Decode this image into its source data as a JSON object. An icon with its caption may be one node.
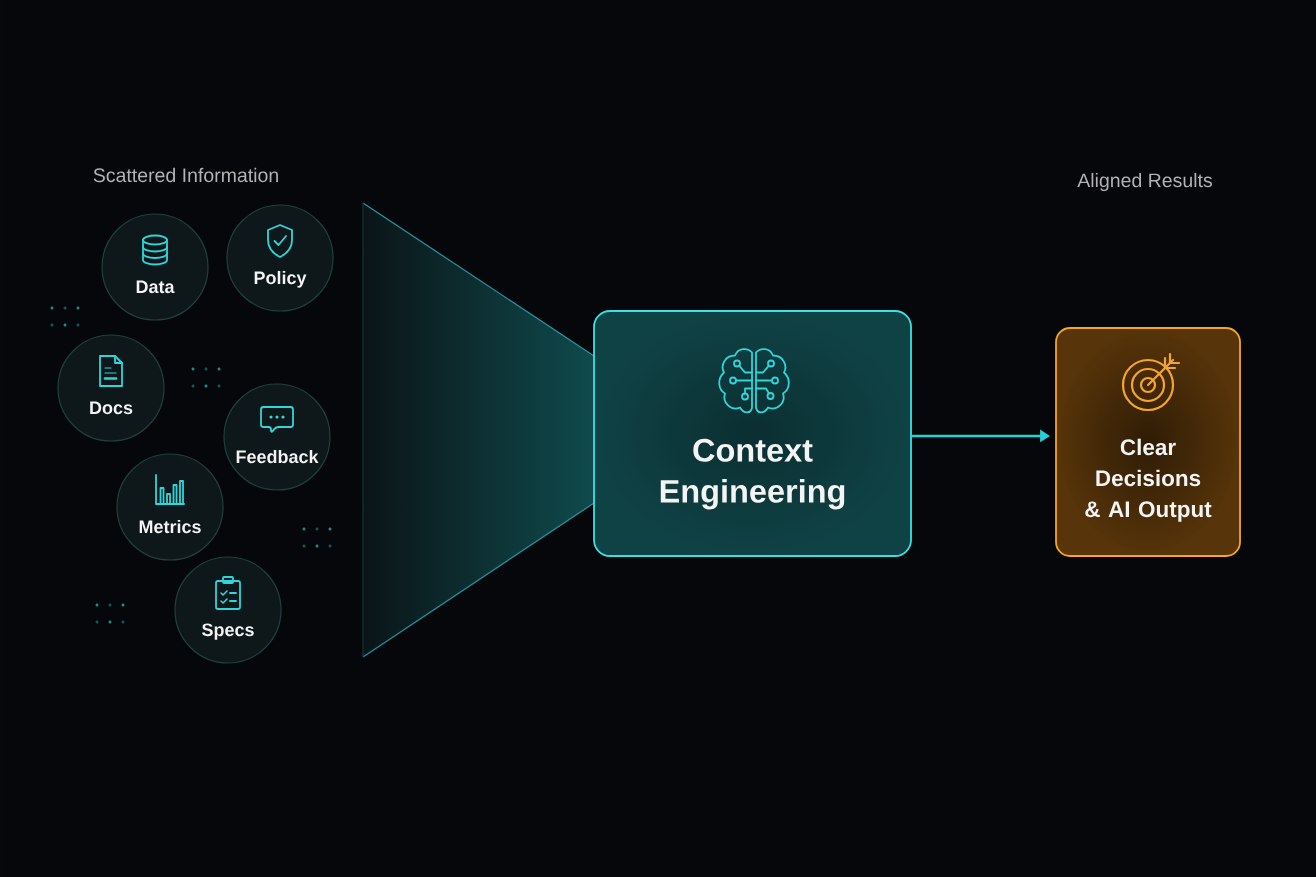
{
  "diagram": {
    "nodes": [
      {
        "text": [
          "Data"
        ]
      },
      {
        "text": [
          "Policy"
        ]
      },
      {
        "text": [
          "Docs"
        ]
      },
      {
        "text": [
          "Feedback"
        ]
      },
      {
        "text": [
          "Metrics"
        ]
      },
      {
        "text": [
          "Specs"
        ]
      },
      {
        "text": [],
        "shape": "funnel"
      },
      {
        "text": [
          "Context Engineering"
        ]
      },
      {
        "text": [
          "Clear Decisions & AI Output"
        ]
      }
    ],
    "edges": [
      {
        "from": 7,
        "to": 8,
        "arrow": "to"
      }
    ],
    "labels": [
      "Scattered Information",
      "Aligned Results"
    ]
  }
}
